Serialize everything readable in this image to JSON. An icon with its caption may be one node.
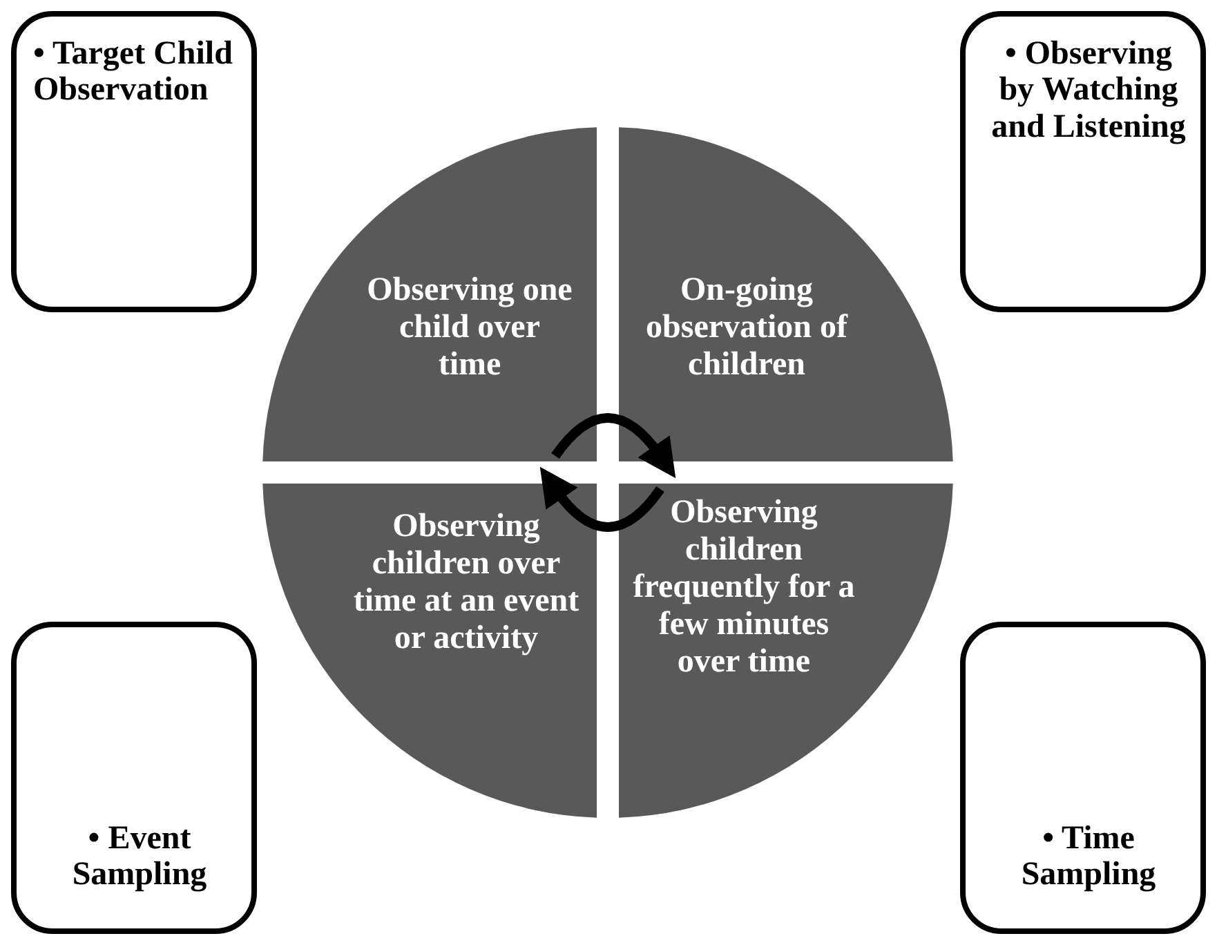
{
  "diagram": {
    "nodes": [
      {
        "text": [
          "• Target Child Observation"
        ]
      },
      {
        "text": [
          "• Observing by Watching and Listening"
        ]
      },
      {
        "text": [
          "• Event Sampling"
        ]
      },
      {
        "text": [
          "• Time Sampling"
        ]
      },
      {
        "text": [
          "Observing one child over time"
        ]
      },
      {
        "text": [
          "On-going observation of children"
        ]
      },
      {
        "text": [
          "Observing children over time at an event or activity"
        ]
      },
      {
        "text": [
          "Observing children frequently for a few minutes over time"
        ]
      }
    ],
    "edges": [
      {
        "from": 4,
        "to": 5,
        "arrow": "to"
      },
      {
        "from": 7,
        "to": 6,
        "arrow": "to"
      }
    ]
  }
}
